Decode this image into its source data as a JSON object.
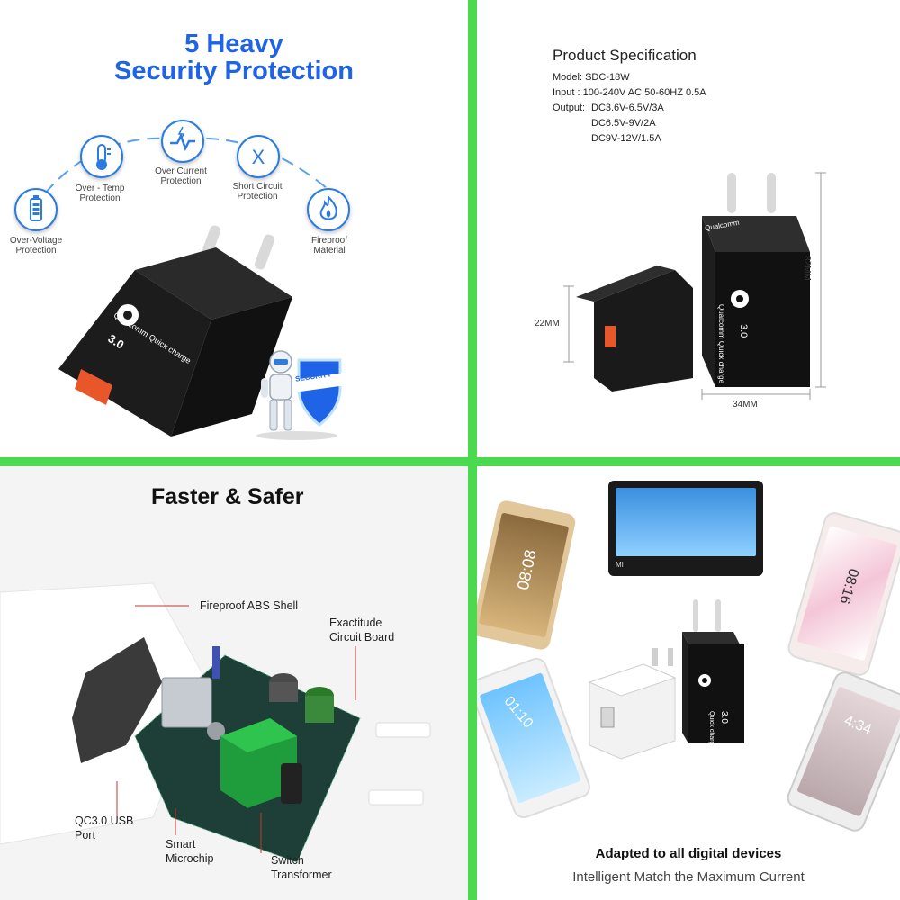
{
  "panel1": {
    "title_line1": "5 Heavy",
    "title_line2": "Security Protection",
    "protections": [
      {
        "line1": "Over-Voltage",
        "line2": "Protection"
      },
      {
        "line1": "Over - Temp",
        "line2": "Protection"
      },
      {
        "line1": "Over Current",
        "line2": "Protection"
      },
      {
        "line1": "Short Circuit",
        "line2": "Protection"
      },
      {
        "line1": "Fireproof",
        "line2": "Material"
      }
    ],
    "security_badge": "SECURITY"
  },
  "panel2": {
    "title": "Product Specification",
    "model": "Model:  SDC-18W",
    "input": "Input :  100-240V AC 50-60HZ 0.5A",
    "output_label": "Output:",
    "outputs": [
      "DC3.6V-6.5V/3A",
      "DC6.5V-9V/2A",
      "DC9V-12V/1.5A"
    ],
    "dim_depth": "22MM",
    "dim_width": "34MM",
    "dim_height": "82MM"
  },
  "charger_text": {
    "brand": "Qualcomm",
    "sub": "Quick charge",
    "version": "3.0"
  },
  "panel3": {
    "title": "Faster & Safer",
    "shell": "Fireproof ABS Shell",
    "board_line1": "Exactitude",
    "board_line2": "Circuit Board",
    "usb_line1": "QC3.0 USB",
    "usb_line2": "Port",
    "chip_line1": "Smart",
    "chip_line2": "Microchip",
    "transformer_line1": "Switch",
    "transformer_line2": "Transformer"
  },
  "panel4": {
    "title": "Adapted to all digital devices",
    "subtitle": "Intelligent Match the Maximum Current",
    "phone_time_1": "08:08",
    "phone_time_2": "08:16",
    "phone_time_3": "01:10",
    "phone_time_4": "4:34",
    "tablet_brand": "MI"
  },
  "colors": {
    "divider": "#4ad94f",
    "title_blue": "#1f63e6",
    "icon_blue": "#2b7be0",
    "usb_orange": "#e8562a",
    "board_green": "#1f9c3c"
  }
}
